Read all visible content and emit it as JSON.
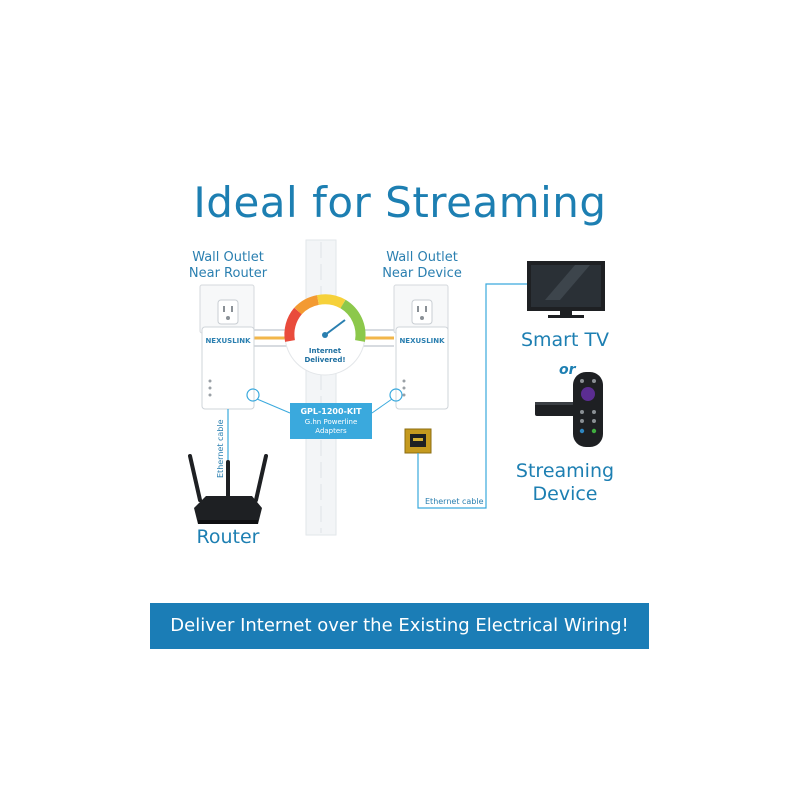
{
  "title": "Ideal for Streaming",
  "labels": {
    "outlet_router": [
      "Wall Outlet",
      "Near Router"
    ],
    "outlet_device": [
      "Wall Outlet",
      "Near Device"
    ],
    "smart_tv": "Smart TV",
    "or": "or",
    "streaming_device": [
      "Streaming",
      "Device"
    ],
    "router": "Router",
    "ethernet_left": "Ethernet cable",
    "ethernet_right": "Ethernet cable"
  },
  "adapter_brand": "NEXUSLINK",
  "gauge_text": [
    "Internet",
    "Delivered!"
  ],
  "kit": {
    "model": "GPL-1200-KIT",
    "line2": "G.hn Powerline",
    "line3": "Adapters"
  },
  "banner": "Deliver Internet over the Existing Electrical Wiring!",
  "colors": {
    "accent": "#1d7fb2",
    "banner": "#1b7db6",
    "kit_box": "#3aa9dd",
    "power_line": "#f2b64a",
    "device_dark": "#1e2023",
    "remote_purple": "#5b2d91"
  },
  "icons": [
    "wall-outlet-icon",
    "powerline-adapter-icon",
    "speed-gauge-icon",
    "router-icon",
    "smart-tv-icon",
    "streaming-stick-icon",
    "remote-icon",
    "ethernet-port-icon"
  ]
}
